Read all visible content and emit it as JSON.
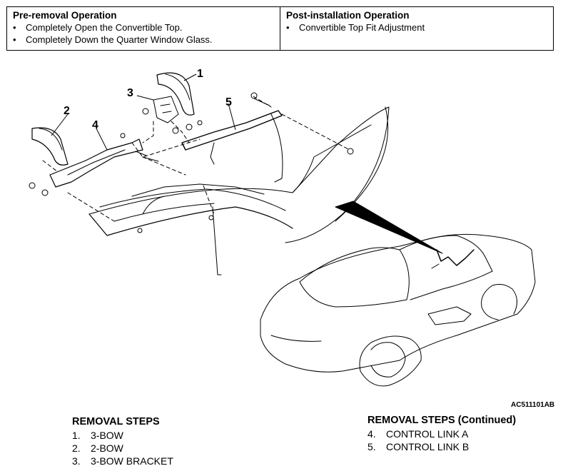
{
  "operations": {
    "pre_removal": {
      "title": "Pre-removal Operation",
      "items": [
        "Completely Open the Convertible Top.",
        "Completely Down the Quarter Window Glass."
      ]
    },
    "post_installation": {
      "title": "Post-installation Operation",
      "items": [
        "Convertible Top Fit Adjustment"
      ]
    },
    "bullet": "•"
  },
  "figure": {
    "code": "AC511101AB",
    "callouts": [
      "1",
      "2",
      "3",
      "4",
      "5"
    ]
  },
  "removal_steps": {
    "title": "REMOVAL STEPS",
    "items": [
      {
        "num": "1.",
        "label": "3-BOW"
      },
      {
        "num": "2.",
        "label": "2-BOW"
      },
      {
        "num": "3.",
        "label": "3-BOW BRACKET"
      }
    ]
  },
  "removal_steps_continued": {
    "title": "REMOVAL STEPS (Continued)",
    "items": [
      {
        "num": "4.",
        "label": "CONTROL LINK A"
      },
      {
        "num": "5.",
        "label": "CONTROL LINK B"
      }
    ]
  }
}
